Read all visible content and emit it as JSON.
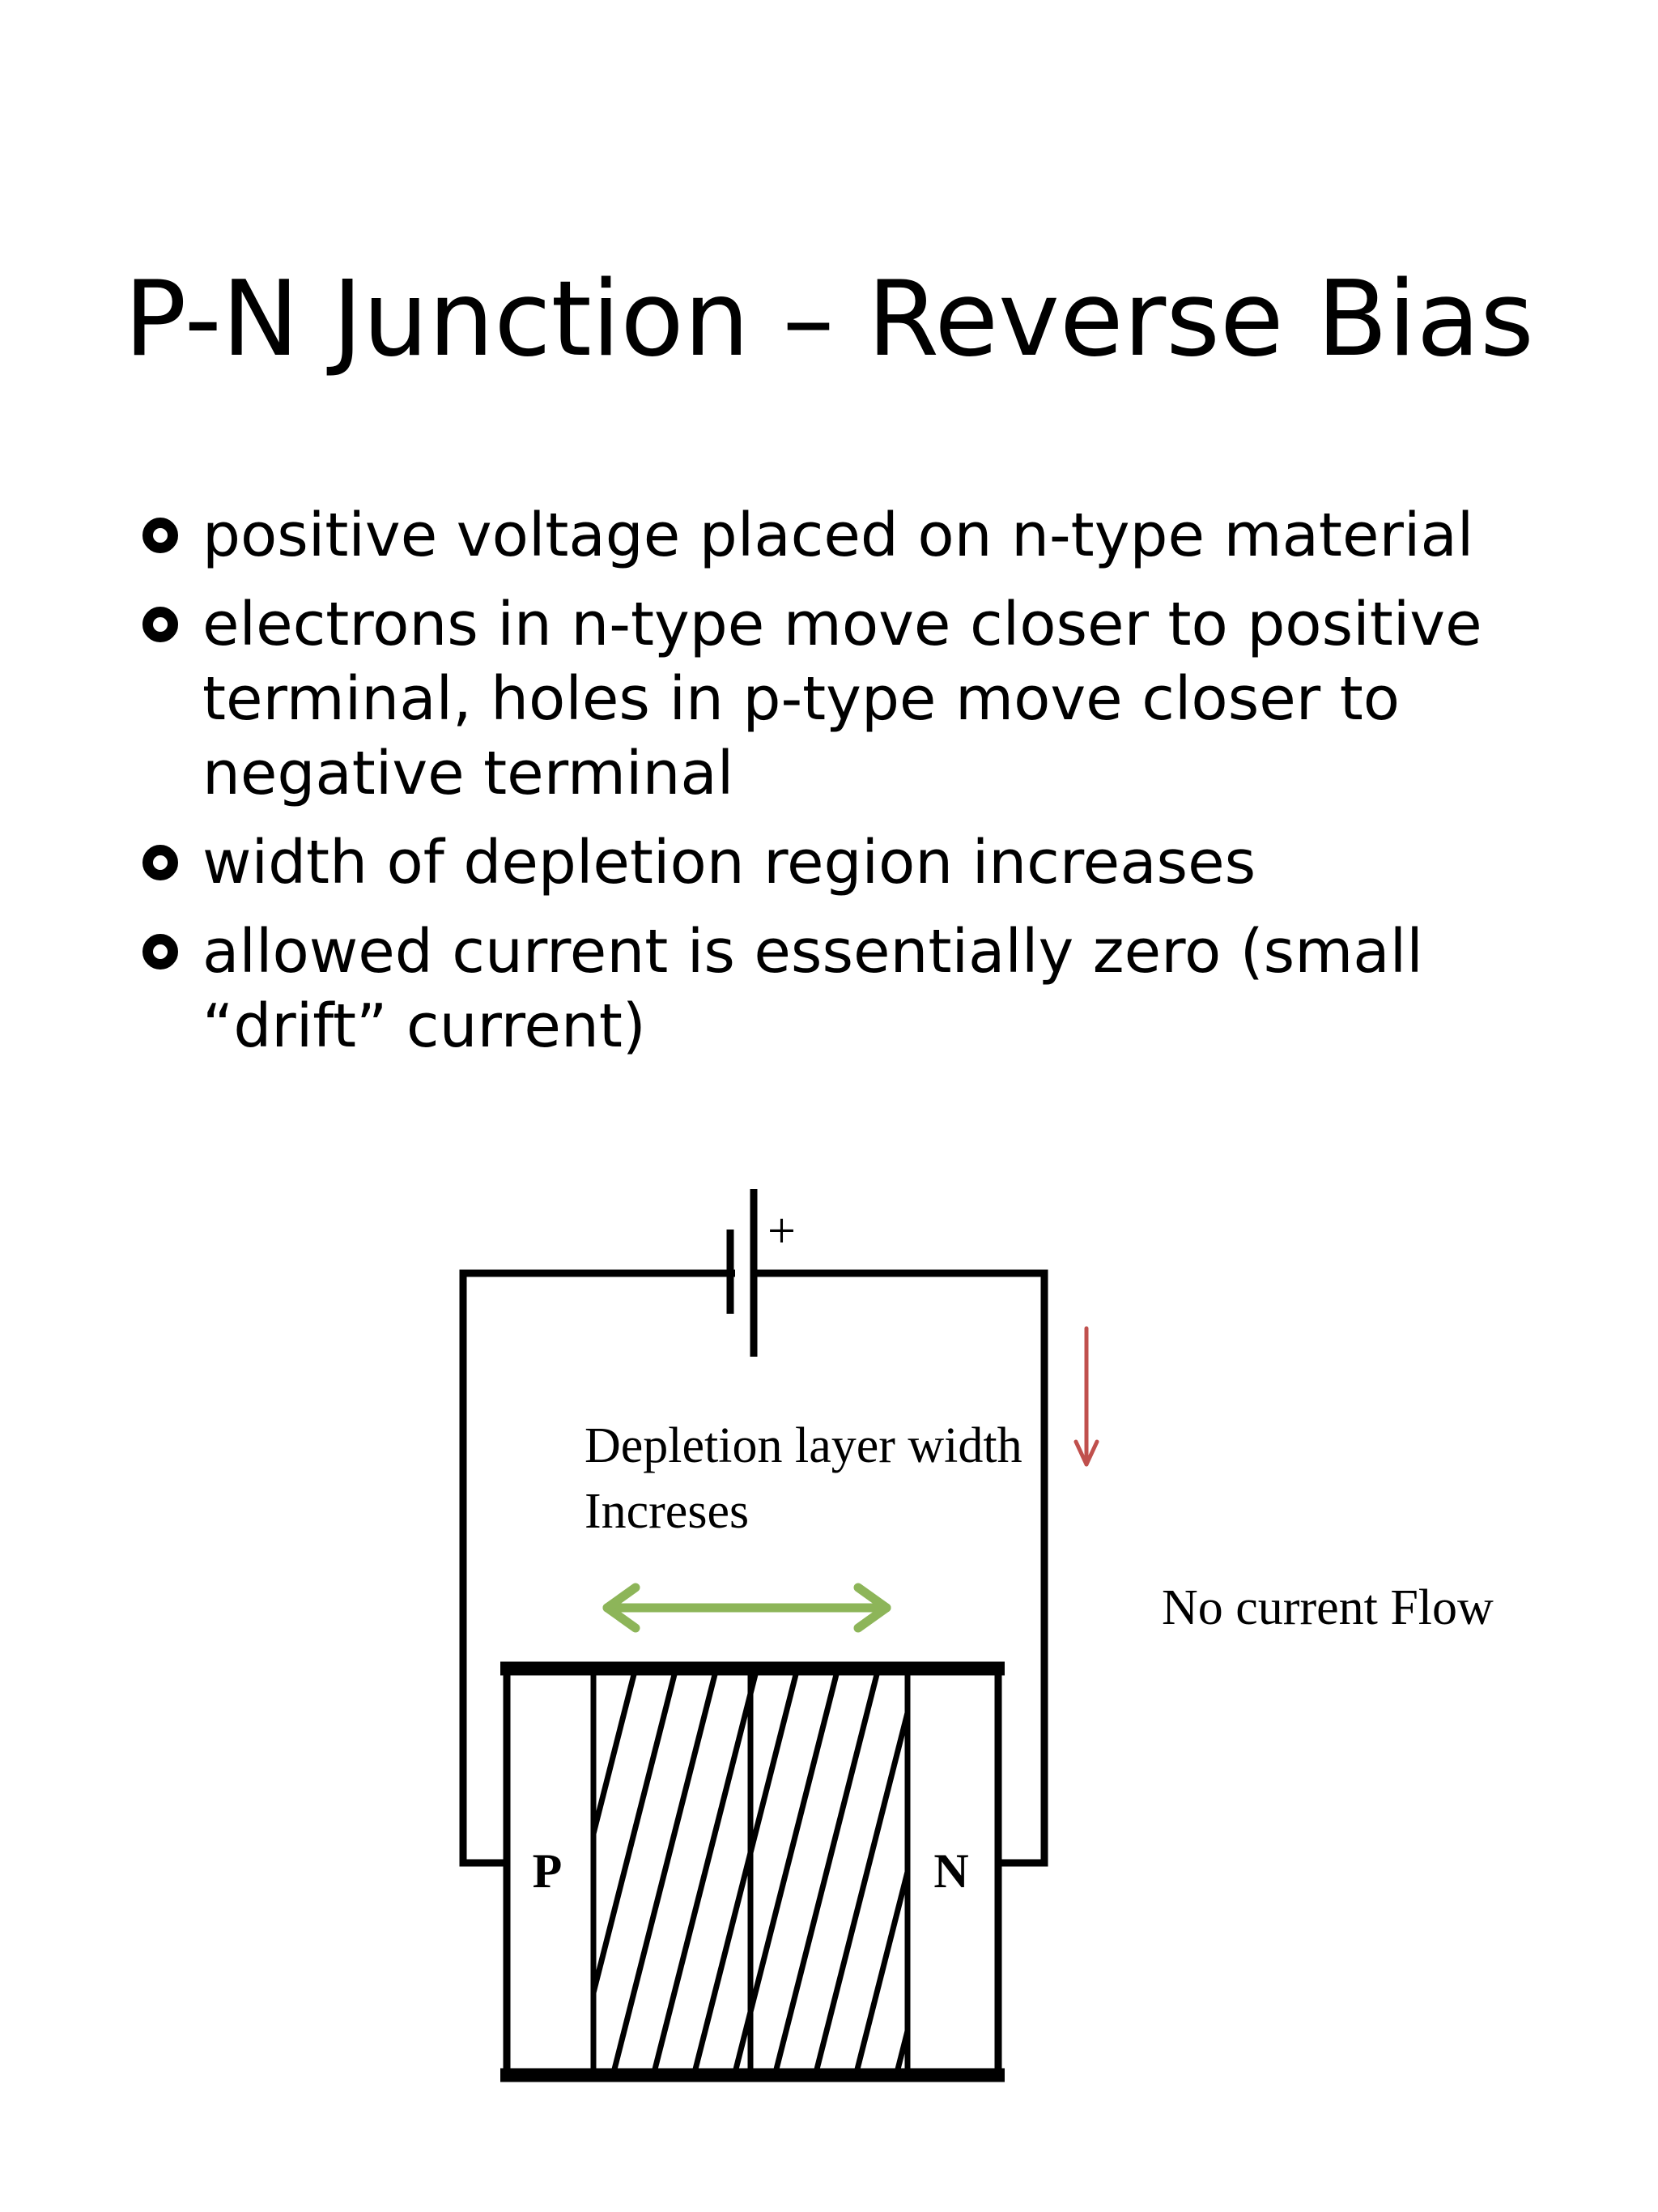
{
  "slide": {
    "title": "P-N Junction – Reverse Bias",
    "bullets": [
      "positive voltage placed on n-type material",
      "electrons in n-type move closer to positive terminal, holes in p-type move closer to negative terminal",
      "width of depletion region increases",
      "allowed current is essentially zero (small “drift” current)"
    ]
  },
  "diagram": {
    "battery_plus_label": "+",
    "depletion_label_line1": "Depletion layer width",
    "depletion_label_line2": "Increses",
    "current_label": "No current Flow",
    "p_label": "P",
    "n_label": "N",
    "colors": {
      "wire": "#000000",
      "depletion_arrow": "#8db559",
      "current_arrow": "#c0504d"
    },
    "icons": [
      "battery-symbol",
      "double-headed-arrow",
      "down-arrow"
    ]
  }
}
